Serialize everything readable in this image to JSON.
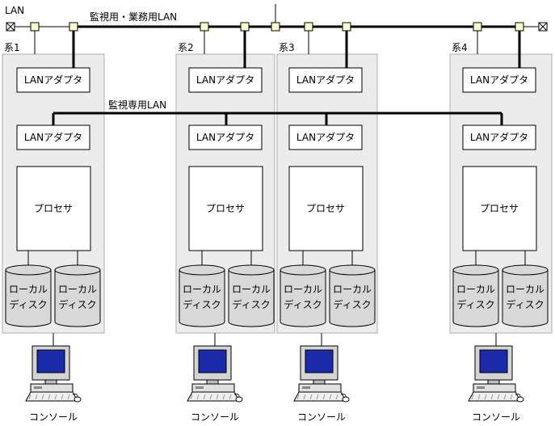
{
  "lan_label": "LAN",
  "monitor_business_lan_label": "監視用・業務用LAN",
  "monitor_only_lan_label": "監視専用LAN",
  "systems": [
    {
      "name": "系1",
      "adapter_top": "LANアダプタ",
      "adapter_bottom": "LANアダプタ",
      "processor": "プロセサ",
      "disks": [
        {
          "line1": "ローカル",
          "line2": "ディスク"
        },
        {
          "line1": "ローカル",
          "line2": "ディスク"
        }
      ],
      "console": "コンソール"
    },
    {
      "name": "系2",
      "adapter_top": "LANアダプタ",
      "adapter_bottom": "LANアダプタ",
      "processor": "プロセサ",
      "disks": [
        {
          "line1": "ローカル",
          "line2": "ディスク"
        },
        {
          "line1": "ローカル",
          "line2": "ディスク"
        }
      ],
      "console": "コンソール"
    },
    {
      "name": "系3",
      "adapter_top": "LANアダプタ",
      "adapter_bottom": "LANアダプタ",
      "processor": "プロセサ",
      "disks": [
        {
          "line1": "ローカル",
          "line2": "ディスク"
        },
        {
          "line1": "ローカル",
          "line2": "ディスク"
        }
      ],
      "console": "コンソール"
    },
    {
      "name": "系4",
      "adapter_top": "LANアダプタ",
      "adapter_bottom": "LANアダプタ",
      "processor": "プロセサ",
      "disks": [
        {
          "line1": "ローカル",
          "line2": "ディスク"
        },
        {
          "line1": "ローカル",
          "line2": "ディスク"
        }
      ],
      "console": "コンソール"
    }
  ],
  "colors": {
    "system_box_fill": "#ececec",
    "system_box_stroke": "#b0b0b0",
    "connector_fill": "#ffffcc",
    "disk_fill": "#d8d8d8",
    "monitor_screen": "#1a2aa8",
    "line": "#000000"
  }
}
